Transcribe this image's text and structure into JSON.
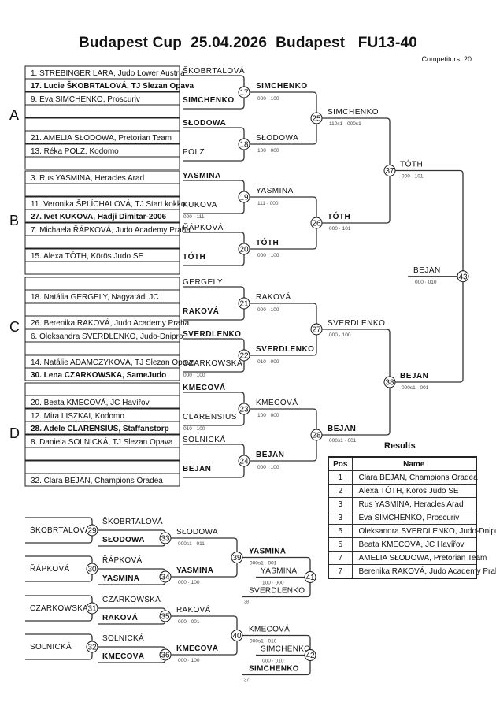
{
  "header": {
    "title": "Budapest Cup  25.04.2026  Budapest   FU13-40",
    "competitors_label": "Competitors: 20"
  },
  "pools": [
    "A",
    "B",
    "C",
    "D"
  ],
  "entries": [
    {
      "text": "1. STREBINGER LARA, Judo Lower Austria",
      "bold": false
    },
    {
      "text": "17. Lucie ŠKOBRTALOVÁ, TJ Slezan Opava",
      "bold": true
    },
    {
      "text": "9. Eva SIMCHENKO, Proscuriv",
      "bold": false
    },
    {
      "text": "",
      "bold": false
    },
    {
      "text": "",
      "bold": false
    },
    {
      "text": "21. AMELIA SŁODOWA, Pretorian Team",
      "bold": false
    },
    {
      "text": "13. Réka POLZ, Kodomo",
      "bold": false
    },
    {
      "text": "",
      "bold": false
    },
    {
      "text": "3. Rus YASMINA, Heracles Arad",
      "bold": false
    },
    {
      "text": "",
      "bold": false
    },
    {
      "text": "11. Veronika ŠPLÍCHALOVÁ, TJ Start kokko",
      "bold": false
    },
    {
      "text": "27. Ivet KUKOVA, Hadji Dimitar-2006",
      "bold": true
    },
    {
      "text": "7. Michaela ŘÁPKOVÁ, Judo Academy Praha",
      "bold": false
    },
    {
      "text": "",
      "bold": false
    },
    {
      "text": "15. Alexa TÓTH, Körös Judo SE",
      "bold": false
    },
    {
      "text": "",
      "bold": false
    },
    {
      "text": "",
      "bold": false
    },
    {
      "text": "18. Natália GERGELY, Nagyatádi JC",
      "bold": false
    },
    {
      "text": "",
      "bold": false
    },
    {
      "text": "26. Berenika RAKOVÁ, Judo Academy Praha",
      "bold": false
    },
    {
      "text": "6. Oleksandra SVERDLENKO, Judo-Dnipro",
      "bold": false
    },
    {
      "text": "",
      "bold": false
    },
    {
      "text": "14. Natálie ADAMCZYKOVÁ, TJ Slezan Opava",
      "bold": false
    },
    {
      "text": "30. Lena CZARKOWSKA, SameJudo",
      "bold": true
    },
    {
      "text": "",
      "bold": false
    },
    {
      "text": "20. Beata KMECOVÁ, JC Havířov",
      "bold": false
    },
    {
      "text": "12. Mira LISZKAI, Kodomo",
      "bold": false
    },
    {
      "text": "28. Adele CLARENSIUS, Staffanstorp",
      "bold": true
    },
    {
      "text": "8. Daniela SOLNICKÁ, TJ Slezan Opava",
      "bold": false
    },
    {
      "text": "",
      "bold": false
    },
    {
      "text": "",
      "bold": false
    },
    {
      "text": "32. Clara BEJAN, Champions Oradea",
      "bold": false
    }
  ],
  "round1": [
    {
      "id": "17",
      "top": "ŠKOBRTALOVÁ",
      "top_bold": false,
      "bottom": "SIMCHENKO",
      "bottom_bold": true,
      "pre_score": ""
    },
    {
      "id": "18",
      "top": "SŁODOWA",
      "top_bold": true,
      "bottom": "POLZ",
      "bottom_bold": false,
      "pre_score": ""
    },
    {
      "id": "19",
      "top": "YASMINA",
      "top_bold": true,
      "bottom": "KUKOVA",
      "bottom_bold": false,
      "pre_score": "000 · 111"
    },
    {
      "id": "20",
      "top": "ŘÁPKOVÁ",
      "top_bold": false,
      "bottom": "TÓTH",
      "bottom_bold": true,
      "pre_score": ""
    },
    {
      "id": "21",
      "top": "GERGELY",
      "top_bold": false,
      "bottom": "RAKOVÁ",
      "bottom_bold": true,
      "pre_score": ""
    },
    {
      "id": "22",
      "top": "SVERDLENKO",
      "top_bold": true,
      "bottom": "CZARKOWSKA",
      "bottom_bold": false,
      "pre_score": "000 · 100"
    },
    {
      "id": "23",
      "top": "KMECOVÁ",
      "top_bold": true,
      "bottom": "CLARENSIUS",
      "bottom_bold": false,
      "pre_score": "010 · 100"
    },
    {
      "id": "24",
      "top": "SOLNICKÁ",
      "top_bold": false,
      "bottom": "BEJAN",
      "bottom_bold": true,
      "pre_score": ""
    }
  ],
  "round2": [
    {
      "id": "25",
      "top": "SIMCHENKO",
      "top_bold": true,
      "top_score": "000 · 100",
      "bottom": "SŁODOWA",
      "bottom_bold": false,
      "bottom_score": "100 · 000"
    },
    {
      "id": "26",
      "top": "YASMINA",
      "top_bold": false,
      "top_score": "111 · 000",
      "bottom": "TÓTH",
      "bottom_bold": true,
      "bottom_score": "000 · 100"
    },
    {
      "id": "27",
      "top": "RAKOVÁ",
      "top_bold": false,
      "top_score": "000 · 100",
      "bottom": "SVERDLENKO",
      "bottom_bold": true,
      "bottom_score": "010 · 000"
    },
    {
      "id": "28",
      "top": "KMECOVÁ",
      "top_bold": false,
      "top_score": "100 · 000",
      "bottom": "BEJAN",
      "bottom_bold": true,
      "bottom_score": "000 · 100"
    }
  ],
  "round3": [
    {
      "id": "37",
      "top": "SIMCHENKO",
      "top_bold": false,
      "top_score": "110s1 · 000s1",
      "bottom": "TÓTH",
      "bottom_bold": true,
      "bottom_score": "000 · 101"
    },
    {
      "id": "38",
      "top": "SVERDLENKO",
      "top_bold": false,
      "top_score": "000 · 100",
      "bottom": "BEJAN",
      "bottom_bold": true,
      "bottom_score": "000s1 · 001"
    }
  ],
  "final": {
    "id": "43",
    "top": "TÓTH",
    "top_score": "000 · 101",
    "bottom": "BEJAN",
    "bottom_score": "000s1 · 001",
    "winner": "BEJAN",
    "winner_score": "000 · 010"
  },
  "repechage": {
    "rounds1": [
      {
        "id": "29",
        "left": "ŠKOBRTALOVÁ",
        "top": "ŠKOBRTALOVÁ",
        "top_bold": false,
        "bottom": "SŁODOWA",
        "bottom_bold": true
      },
      {
        "id": "30",
        "left": "ŘÁPKOVÁ",
        "top": "ŘÁPKOVÁ",
        "top_bold": false,
        "bottom": "YASMINA",
        "bottom_bold": true
      },
      {
        "id": "31",
        "left": "CZARKOWSKA",
        "top": "CZARKOWSKA",
        "top_bold": false,
        "bottom": "RAKOVÁ",
        "bottom_bold": true
      },
      {
        "id": "32",
        "left": "SOLNICKÁ",
        "top": "SOLNICKÁ",
        "top_bold": false,
        "bottom": "KMECOVÁ",
        "bottom_bold": true
      }
    ],
    "rounds2": [
      {
        "id": "33",
        "winner": "SŁODOWA",
        "winner_bold": false,
        "score": "000s1 · 011"
      },
      {
        "id": "34",
        "winner": "YASMINA",
        "winner_bold": true,
        "score": "000 · 100"
      },
      {
        "id": "35",
        "winner": "RAKOVÁ",
        "winner_bold": false,
        "score": "000 · 001"
      },
      {
        "id": "36",
        "winner": "KMECOVÁ",
        "winner_bold": true,
        "score": "000 · 100"
      }
    ],
    "rounds3": [
      {
        "id": "39",
        "winner": "YASMINA",
        "winner_bold": true,
        "score": "000s1 · 001",
        "bronze_id": "41",
        "bronze_top": "YASMINA",
        "bronze_score": "100 · 000",
        "bronze_bottom": "SVERDLENKO",
        "bronze_bottom_bold": false,
        "ref": "38"
      },
      {
        "id": "40",
        "winner": "KMECOVÁ",
        "winner_bold": false,
        "score": "000s1 · 010",
        "bronze_id": "42",
        "bronze_top": "SIMCHENKO",
        "bronze_score": "000 · 010",
        "bronze_bottom": "SIMCHENKO",
        "bronze_bottom_bold": true,
        "ref": "37"
      }
    ]
  },
  "results": {
    "title": "Results",
    "headers": [
      "Pos",
      "Name"
    ],
    "rows": [
      {
        "pos": "1",
        "name": "Clara BEJAN, Champions Oradea"
      },
      {
        "pos": "2",
        "name": "Alexa TÓTH, Körös Judo SE"
      },
      {
        "pos": "3",
        "name": "Rus YASMINA, Heracles Arad"
      },
      {
        "pos": "3",
        "name": "Eva SIMCHENKO, Proscuriv"
      },
      {
        "pos": "5",
        "name": "Oleksandra SVERDLENKO, Judo-Dnipro"
      },
      {
        "pos": "5",
        "name": "Beata KMECOVÁ, JC Havířov"
      },
      {
        "pos": "7",
        "name": "AMELIA SŁODOWA, Pretorian Team"
      },
      {
        "pos": "7",
        "name": "Berenika RAKOVÁ, Judo Academy Praha"
      }
    ]
  }
}
